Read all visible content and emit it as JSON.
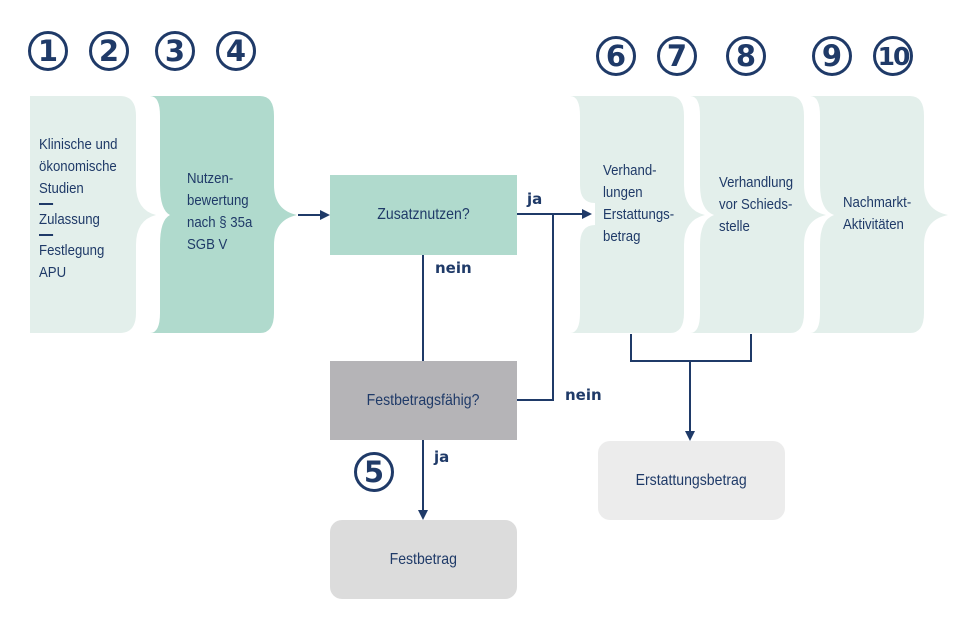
{
  "colors": {
    "navy": "#1f3a68",
    "light_teal": "#e3efeb",
    "mid_teal": "#b0dacd",
    "dark_grey": "#b5b4b7",
    "light_grey": "#dcdcdc",
    "lighter_grey": "#ececec"
  },
  "steps": [
    "1",
    "2",
    "3",
    "4",
    "5",
    "6",
    "7",
    "8",
    "9",
    "10"
  ],
  "braces": {
    "studies": {
      "items": [
        "Klinische und",
        "ökonomische",
        "Studien",
        "Zulassung",
        "Festlegung",
        "APU"
      ]
    },
    "benefit": {
      "lines": [
        "Nutzen-",
        "bewertung",
        "nach § 35a",
        "SGB V"
      ]
    },
    "negotiation": {
      "lines": [
        "Verhand-",
        "lungen",
        "Erstattungs-",
        "betrag"
      ]
    },
    "arbitration": {
      "lines": [
        "Verhandlung",
        "vor Schieds-",
        "stelle"
      ]
    },
    "postmarket": {
      "lines": [
        "Nachmarkt-",
        "Aktivitäten"
      ]
    }
  },
  "decisions": {
    "added_benefit": "Zusatznutzen?",
    "fixed_price_eligible": "Festbetragsfähig?"
  },
  "outcomes": {
    "fixed_price": "Festbetrag",
    "reimbursement": "Erstattungsbetrag"
  },
  "edge_labels": {
    "yes_added_benefit": "ja",
    "no_added_benefit": "nein",
    "no_fixed_price": "nein",
    "yes_fixed_price": "ja"
  }
}
